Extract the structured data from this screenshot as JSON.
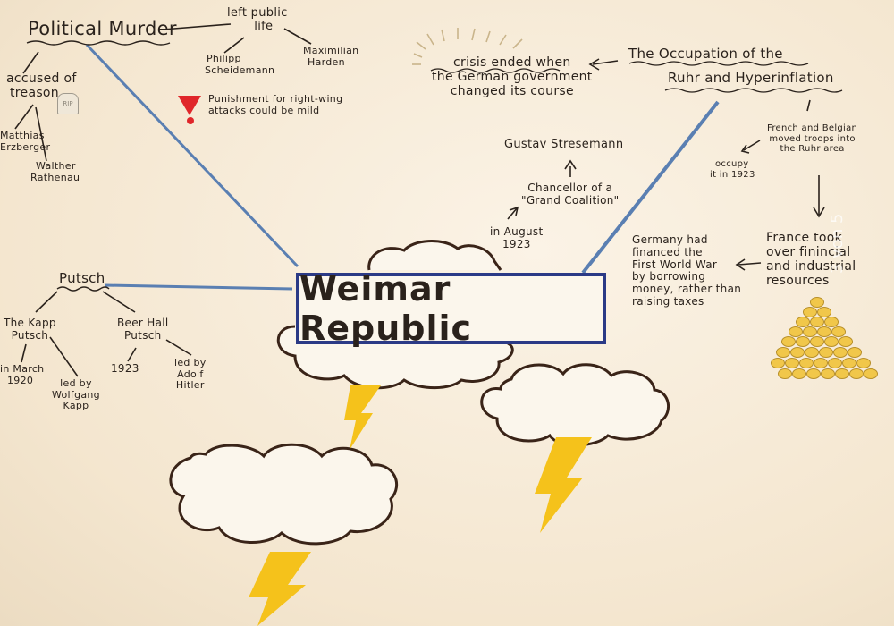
{
  "title": "Weimar Republic",
  "political_murder": {
    "heading": "Political Murder",
    "left_public_life": [
      "left public",
      "life"
    ],
    "philipp": [
      "Philipp",
      "Scheidemann"
    ],
    "maximilian": [
      "Maximilian",
      "Harden"
    ],
    "accused": [
      "accused of",
      "treason"
    ],
    "rip_label": "RIP",
    "matthias": [
      "Matthias",
      "Erzberger"
    ],
    "walther": [
      "Walther",
      "Rathenau"
    ],
    "punishment": [
      "Punishment for right-wing",
      "attacks could be mild"
    ]
  },
  "putsch": {
    "heading": "Putsch",
    "kapp": [
      "The Kapp",
      "Putsch"
    ],
    "march": [
      "in March",
      "1920"
    ],
    "led_kapp": [
      "led by",
      "Wolfgang",
      "Kapp"
    ],
    "beer_hall": [
      "Beer Hall",
      "Putsch"
    ],
    "year": "1923",
    "led_hitler": [
      "led by",
      "Adolf",
      "Hitler"
    ]
  },
  "occupation": {
    "heading": [
      "The Occupation of the",
      "Ruhr and Hyperinflation"
    ],
    "crisis": [
      "crisis ended when",
      "the German government",
      "changed its course"
    ],
    "stresemann": "Gustav Stresemann",
    "chancellor": [
      "Chancellor of a",
      "\"Grand Coalition\""
    ],
    "august": [
      "in August",
      "1923"
    ],
    "french": [
      "French and Belgian",
      "moved troops into",
      "the Ruhr area"
    ],
    "occupy": [
      "occupy",
      "it in 1923"
    ],
    "germany": [
      "Germany had",
      "financed the",
      "First World War",
      "by borrowing",
      "money, rather than",
      "raising taxes"
    ],
    "france": [
      "France took",
      "over finincial",
      "and industrial",
      "resources"
    ]
  },
  "watermark": "3 von 5",
  "colors": {
    "line_blue": "#5a7fb2",
    "box_blue": "#2b3a86",
    "warning_red": "#e0262a",
    "lightning_yellow": "#f5c21b",
    "ink": "#2a221c",
    "cloud_outline": "#3a2418"
  }
}
